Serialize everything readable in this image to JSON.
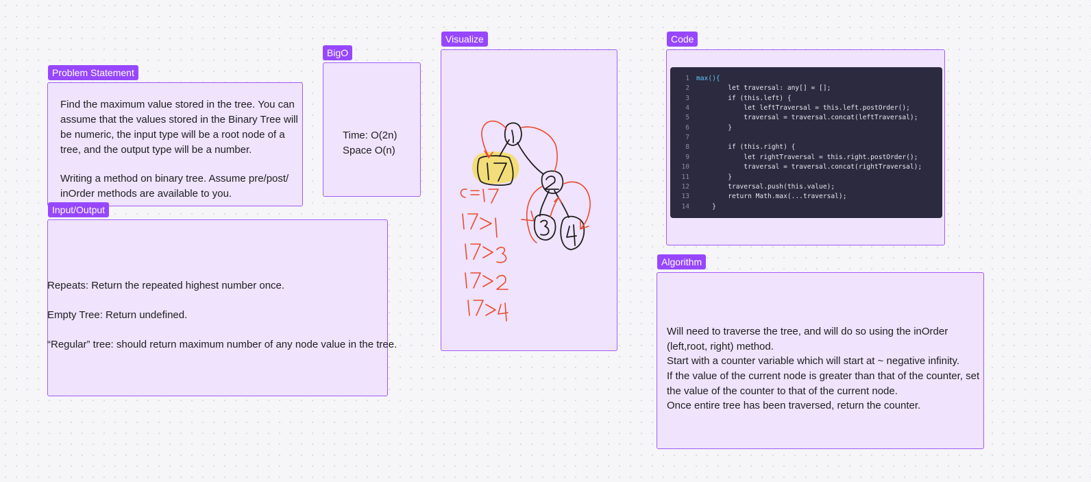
{
  "sections": {
    "problem": {
      "tag": "Problem Statement",
      "paragraphs": [
        "Find the maximum value stored in the tree. You can assume that the values stored in the Binary Tree will be numeric, the input type will be a root node of a tree, and the output type will be a number.",
        "Writing a method on binary tree. Assume pre/post/ inOrder methods are available to you."
      ]
    },
    "bigo": {
      "tag": "BigO",
      "time": "Time: O(2n)",
      "space": "Space O(n)"
    },
    "visualize": {
      "tag": "Visualize",
      "sketch": {
        "nodes": [
          "1",
          "17",
          "2",
          "3",
          "4"
        ],
        "comparisons": [
          "C=17",
          "17>1",
          "17>3",
          "17>2",
          "17>4"
        ]
      }
    },
    "code": {
      "tag": "Code",
      "lines": [
        "max(){",
        "        let traversal: any[] = [];",
        "        if (this.left) {",
        "            let leftTraversal = this.left.postOrder();",
        "            traversal = traversal.concat(leftTraversal);",
        "        }",
        "",
        "        if (this.right) {",
        "            let rightTraversal = this.right.postOrder();",
        "            traversal = traversal.concat(rightTraversal);",
        "        }",
        "        traversal.push(this.value);",
        "        return Math.max(...traversal);",
        "    }"
      ]
    },
    "io": {
      "tag": "Input/Output",
      "lines": [
        "Repeats: Return the repeated highest number once.",
        "Empty Tree: Return undefined.",
        "“Regular” tree: should return maximum number of any node value in the tree."
      ]
    },
    "algorithm": {
      "tag": "Algorithm",
      "lines": [
        "Will need to traverse the tree, and will do so using the inOrder (left,root, right) method.",
        "Start with a counter variable which will start at ~ negative infinity.",
        "If the value of the current node is greater than that of the counter, set the value of the counter to that of the current node.",
        "Once entire tree has been traversed, return the counter."
      ]
    }
  },
  "colors": {
    "accent": "#9747ff",
    "section_fill": "#efe3fd",
    "section_border": "#a25bf8",
    "ink_black": "#1e1e1e",
    "ink_red": "#ec4b2e",
    "highlight": "#f4dd6b",
    "code_bg": "#2c2a3e"
  }
}
